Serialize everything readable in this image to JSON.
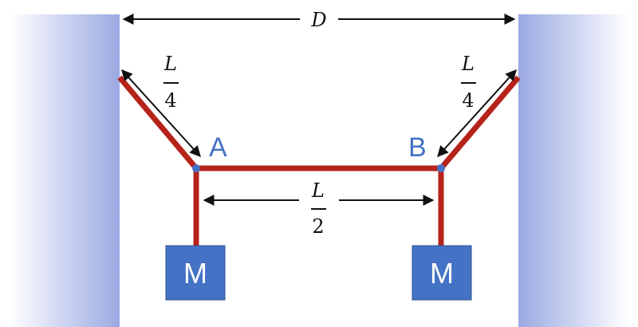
{
  "diagram": {
    "distance_label": "D",
    "segment_left": {
      "numerator": "L",
      "denominator": "4"
    },
    "segment_right": {
      "numerator": "L",
      "denominator": "4"
    },
    "segment_middle": {
      "numerator": "L",
      "denominator": "2"
    },
    "point_a": "A",
    "point_b": "B",
    "mass_left": "M",
    "mass_right": "M",
    "colors": {
      "rope": "#b5231b",
      "point": "#4472c4",
      "mass": "#4472c4",
      "wall": "#9aa9e2"
    }
  }
}
